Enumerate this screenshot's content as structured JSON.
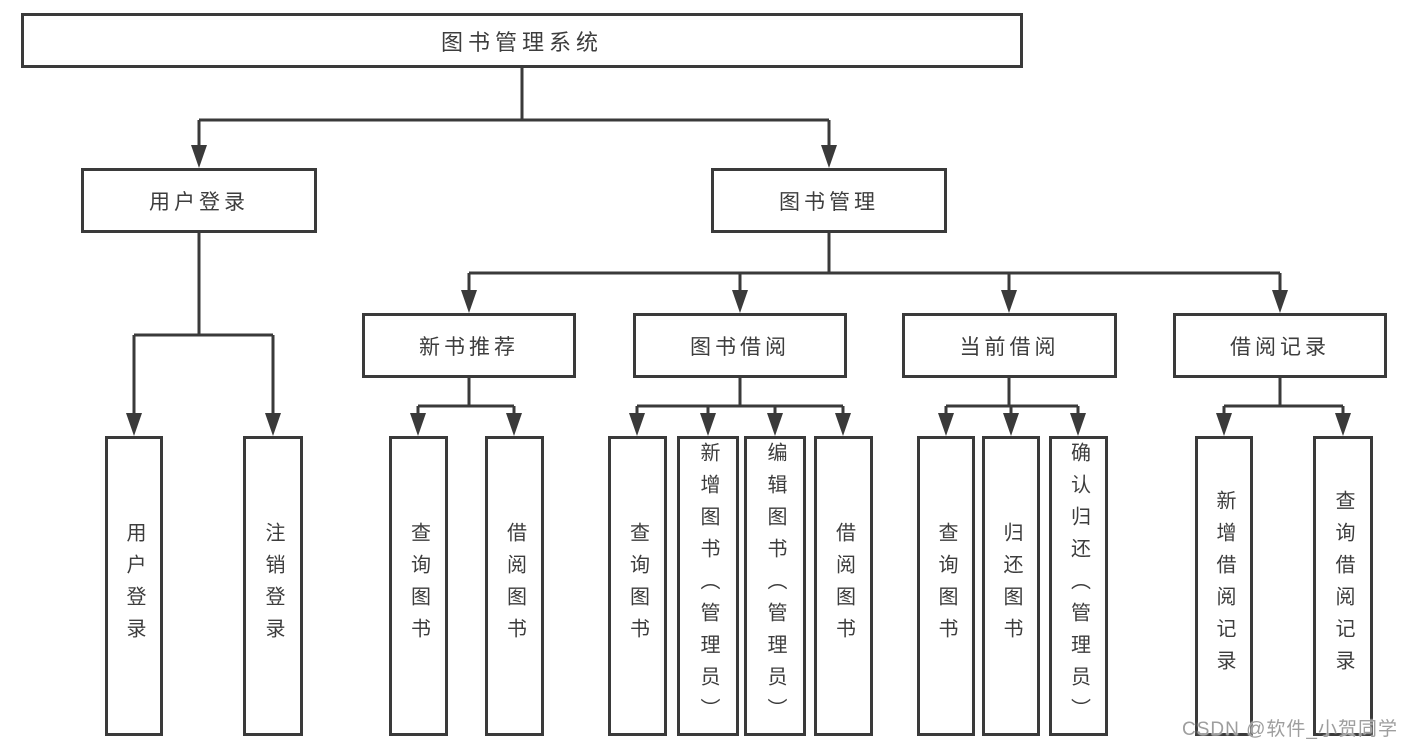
{
  "diagram": {
    "root": {
      "label": "图书管理系统"
    },
    "level2": [
      {
        "label": "用户登录"
      },
      {
        "label": "图书管理"
      }
    ],
    "level3": [
      {
        "label": "新书推荐",
        "parent": "图书管理"
      },
      {
        "label": "图书借阅",
        "parent": "图书管理"
      },
      {
        "label": "当前借阅",
        "parent": "图书管理"
      },
      {
        "label": "借阅记录",
        "parent": "图书管理"
      }
    ],
    "leaves": [
      {
        "label": "用户登录",
        "parent": "用户登录"
      },
      {
        "label": "注销登录",
        "parent": "用户登录"
      },
      {
        "label": "查询图书",
        "parent": "新书推荐"
      },
      {
        "label": "借阅图书",
        "parent": "新书推荐"
      },
      {
        "label": "查询图书",
        "parent": "图书借阅"
      },
      {
        "label": "新增图书（管理员）",
        "parent": "图书借阅"
      },
      {
        "label": "编辑图书（管理员）",
        "parent": "图书借阅"
      },
      {
        "label": "借阅图书",
        "parent": "图书借阅"
      },
      {
        "label": "查询图书",
        "parent": "当前借阅"
      },
      {
        "label": "归还图书",
        "parent": "当前借阅"
      },
      {
        "label": "确认归还（管理员）",
        "parent": "当前借阅"
      },
      {
        "label": "新增借阅记录",
        "parent": "借阅记录"
      },
      {
        "label": "查询借阅记录",
        "parent": "借阅记录"
      }
    ]
  },
  "watermark": "CSDN @软件_小贺同学",
  "colors": {
    "line": "#3a3a3a",
    "text": "#3d3d3d",
    "watermark": "#9e9e9e",
    "background": "#ffffff"
  }
}
